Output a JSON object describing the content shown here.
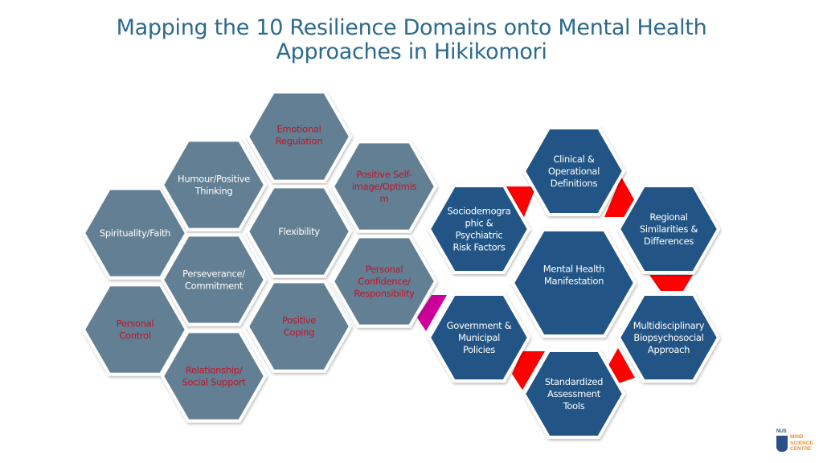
{
  "title": {
    "line1": "Mapping the 10 Resilience Domains onto Mental Health",
    "line2": "Approaches in Hikikomori"
  },
  "colors": {
    "resilience_fill": "#647f93",
    "approach_fill": "#205585",
    "text_white": "#ffffff",
    "text_red": "#c0142a",
    "connector_red": "#ff0000",
    "connector_magenta": "#cc0099",
    "title": "#2d6a8c"
  },
  "resilience_domains": [
    {
      "id": "spirituality",
      "lines": [
        "Spirituality/Faith"
      ],
      "highlight": false
    },
    {
      "id": "humour",
      "lines": [
        "Humour/Positive",
        "Thinking"
      ],
      "highlight": false
    },
    {
      "id": "emotional-regulation",
      "lines": [
        "Emotional",
        "Regulation"
      ],
      "highlight": true
    },
    {
      "id": "positive-self-image",
      "lines": [
        "Positive Self-",
        "image/Optimis",
        "m"
      ],
      "highlight": true
    },
    {
      "id": "flexibility",
      "lines": [
        "Flexibility"
      ],
      "highlight": false
    },
    {
      "id": "perseverance",
      "lines": [
        "Perseverance/",
        "Commitment"
      ],
      "highlight": false
    },
    {
      "id": "personal-confidence",
      "lines": [
        "Personal",
        "Confidence/",
        "Responsibility"
      ],
      "highlight": true
    },
    {
      "id": "personal-control",
      "lines": [
        "Personal",
        "Control"
      ],
      "highlight": true
    },
    {
      "id": "positive-coping",
      "lines": [
        "Positive",
        "Coping"
      ],
      "highlight": true
    },
    {
      "id": "relationship",
      "lines": [
        "Relationship/",
        "Social Support"
      ],
      "highlight": true
    }
  ],
  "approaches": [
    {
      "id": "clinical",
      "lines": [
        "Clinical &",
        "Operational",
        "Definitions"
      ]
    },
    {
      "id": "sociodemographic",
      "lines": [
        "Sociodemogra",
        "phic &",
        "Psychiatric",
        "Risk Factors"
      ]
    },
    {
      "id": "regional",
      "lines": [
        "Regional",
        "Similarities &",
        "Differences"
      ]
    },
    {
      "id": "mental-health",
      "lines": [
        "Mental Health",
        "Manifestation"
      ]
    },
    {
      "id": "government",
      "lines": [
        "Government &",
        "Municipal",
        "Policies"
      ]
    },
    {
      "id": "multidisciplinary",
      "lines": [
        "Multidisciplinary",
        "Biopsychosocial",
        "Approach"
      ]
    },
    {
      "id": "standardized",
      "lines": [
        "Standardized",
        "Assessment",
        "Tools"
      ]
    }
  ],
  "logo": {
    "org": "NUS",
    "lines": [
      "MIND",
      "SCIENCE",
      "CENTRE"
    ]
  }
}
